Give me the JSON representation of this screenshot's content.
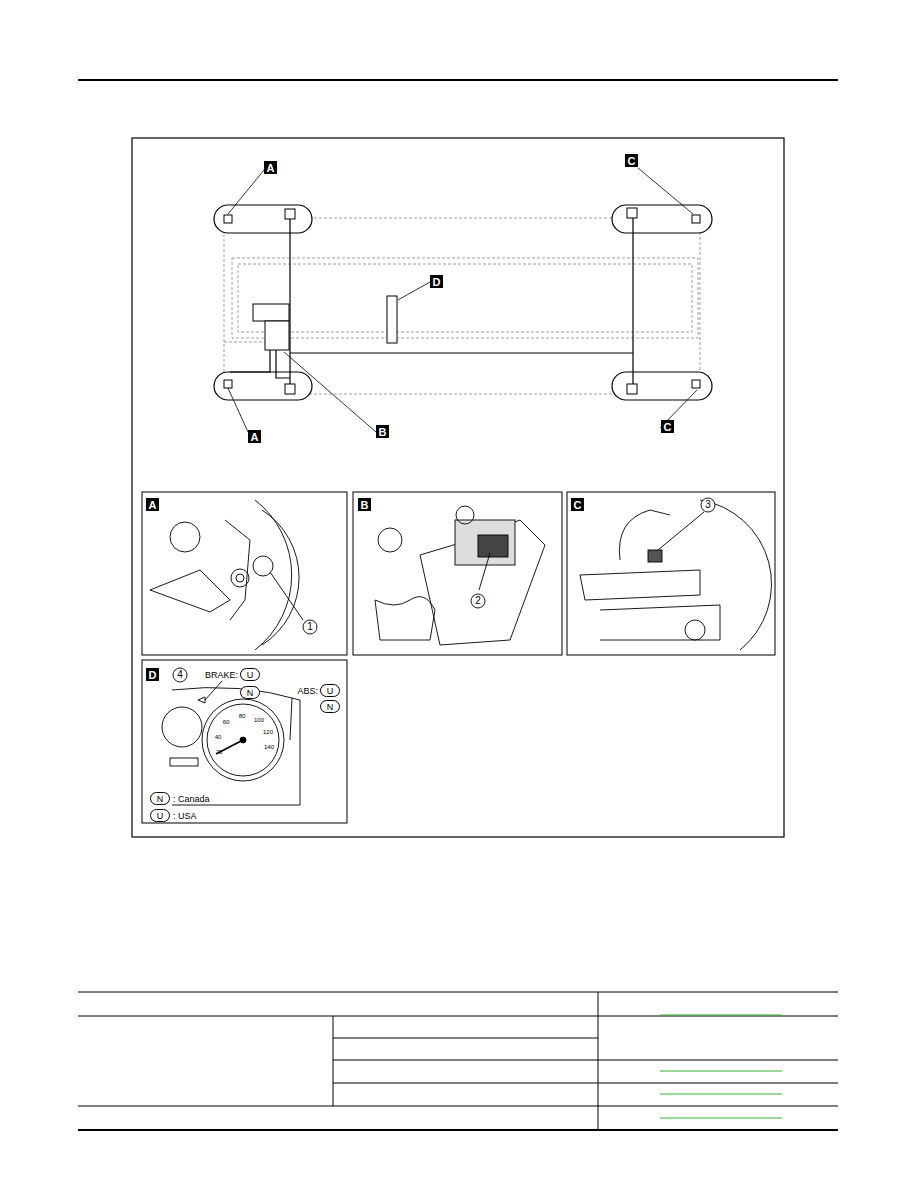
{
  "diagram": {
    "nodes": [
      {
        "text": [
          "A"
        ]
      },
      {
        "text": [
          "C"
        ]
      },
      {
        "text": [
          "D"
        ]
      },
      {
        "text": [
          "A"
        ]
      },
      {
        "text": [
          "B"
        ]
      },
      {
        "text": [
          "C"
        ]
      },
      {
        "text": [
          "A"
        ]
      },
      {
        "text": [
          "B"
        ]
      },
      {
        "text": [
          "C"
        ]
      },
      {
        "text": [
          "D"
        ]
      },
      {
        "text": [
          "U"
        ]
      },
      {
        "text": [
          "N"
        ]
      },
      {
        "text": [
          "U"
        ]
      },
      {
        "text": [
          "N"
        ]
      },
      {
        "text": [
          "N"
        ]
      },
      {
        "text": [
          "U"
        ]
      }
    ],
    "labels": [
      "1",
      "2",
      "3",
      "4",
      "BRAKE:",
      "ABS:",
      ": Canada",
      ": USA",
      "20",
      "40",
      "60",
      "80",
      "100",
      "120",
      "140"
    ]
  }
}
